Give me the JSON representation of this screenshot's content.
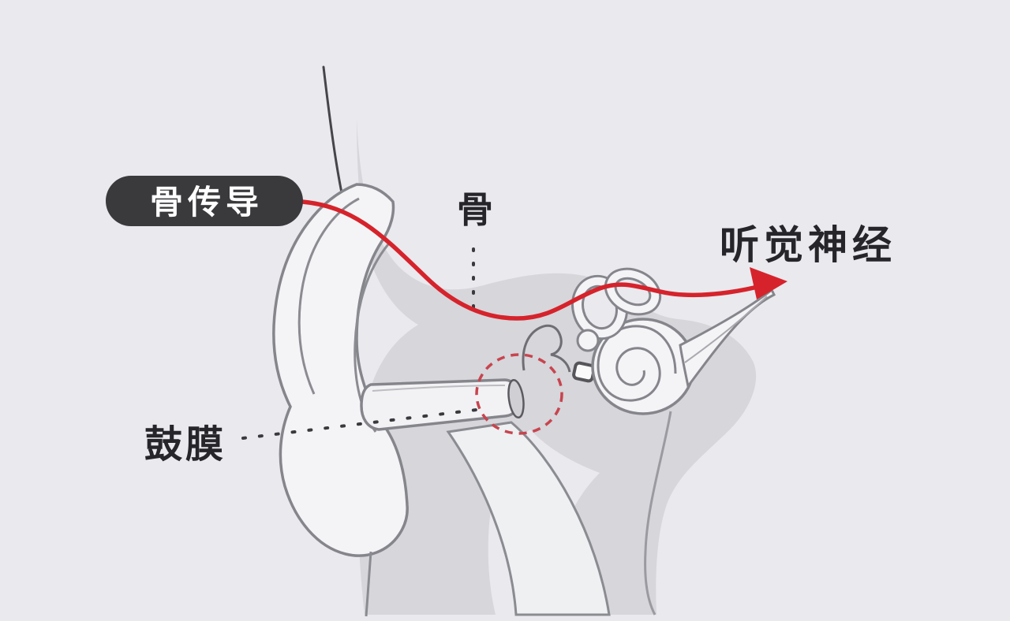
{
  "labels": {
    "bone_conduction": "骨传导",
    "bone": "骨",
    "auditory_nerve": "听觉神经",
    "eardrum": "鼓膜"
  },
  "colors": {
    "background": "#e9e9ee",
    "badge_background": "#3a3a3d",
    "badge_text": "#ffffff",
    "conduction_path_red": "#d6232b",
    "dashed_circle_red": "#c8444e",
    "anatomy_outline_gray": "#85858c",
    "anatomy_fill_gray": "#d6d6db",
    "label_text": "#26262a"
  },
  "diagram": {
    "type": "anatomical-diagram",
    "description": "Cross-section of human ear showing the bone conduction sound path from the skull bone to the auditory nerve, bypassing the eardrum",
    "elements": "outer-ear, ear-canal, eardrum, ossicles, cochlea, semicircular-canals, auditory-nerve, bone-conduction-path"
  }
}
